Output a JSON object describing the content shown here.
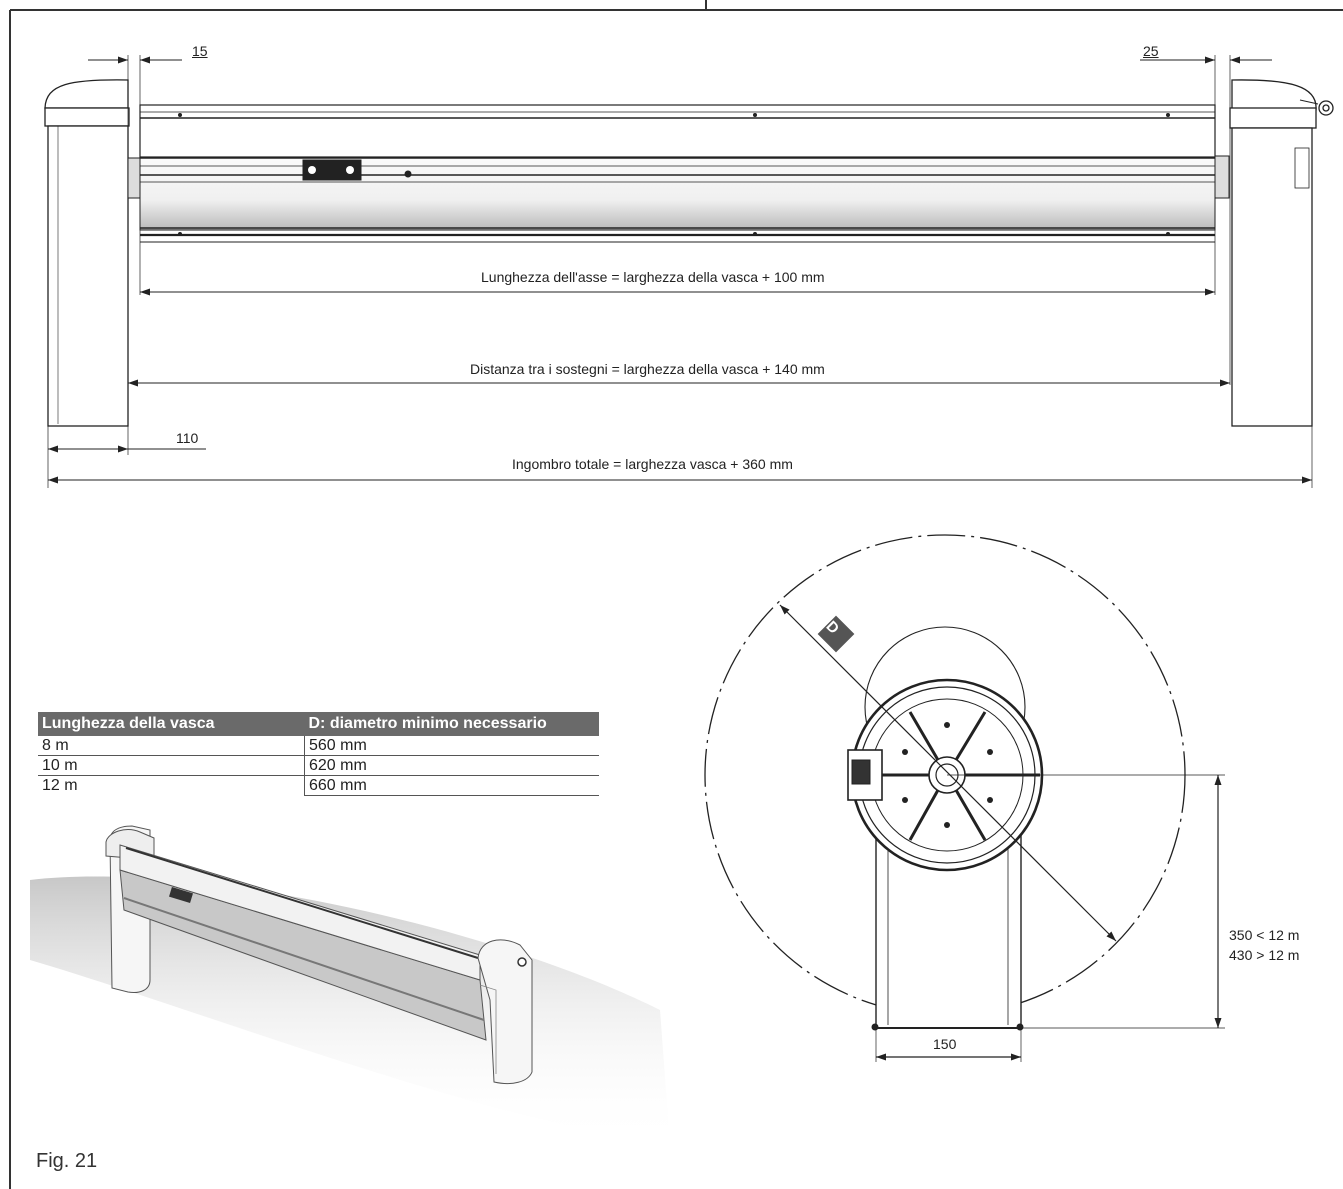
{
  "front_view": {
    "left_gap_label": "15",
    "right_gap_label": "25",
    "axle_length_label": "Lunghezza dell'asse = larghezza della vasca + 100 mm",
    "support_distance_label": "Distanza tra i sostegni = larghezza della vasca + 140 mm",
    "support_width_label": "110",
    "total_width_label": "Ingombro totale = larghezza vasca + 360 mm"
  },
  "table": {
    "headers": [
      "Lunghezza della vasca",
      "D: diametro minimo necessario"
    ],
    "rows": [
      [
        "8 m",
        "560 mm"
      ],
      [
        "10 m",
        "620 mm"
      ],
      [
        "12 m",
        "660 mm"
      ]
    ]
  },
  "side_view": {
    "diameter_label": "D",
    "height_label_1": "350 < 12 m",
    "height_label_2": "430 > 12 m",
    "base_width_label": "150"
  },
  "figure_label": "Fig. 21"
}
